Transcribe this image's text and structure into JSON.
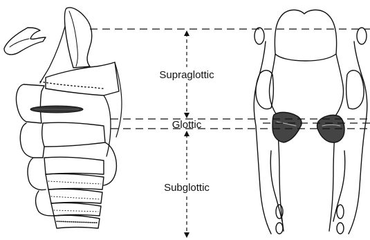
{
  "regions": {
    "supraglottic": "Supraglottic",
    "glottic": "Glottic",
    "subglottic": "Subglottic"
  },
  "colors": {
    "ink": "#111111",
    "background": "#ffffff"
  }
}
